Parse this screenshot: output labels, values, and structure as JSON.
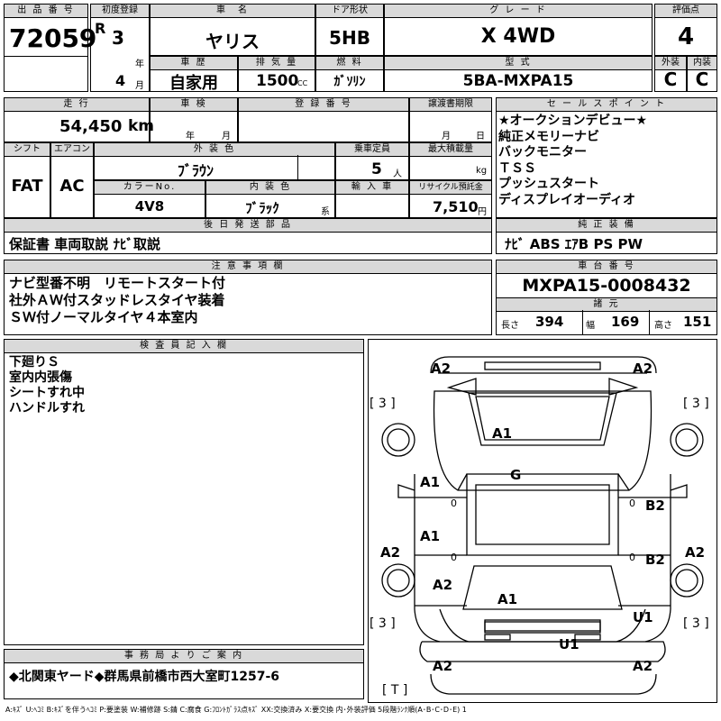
{
  "row1": {
    "h_lot": "出 品 番 号",
    "lot": "72059",
    "h_first_reg": "初度登録",
    "era": "R",
    "year_num": "3",
    "year_unit": "年",
    "month_num": "4",
    "month_unit": "月",
    "h_name": "車　名",
    "name": "ヤリス",
    "h_door": "ドア形状",
    "door": "5HB",
    "h_grade": "グ レ ー ド",
    "grade": "X  4WD",
    "h_score": "評価点",
    "score": "4",
    "h_history": "車 歴",
    "history": "自家用",
    "h_displacement": "排 気 量",
    "displacement": "1500",
    "cc": "CC",
    "h_fuel": "燃 料",
    "fuel": "ｶﾞｿﾘﾝ",
    "h_model": "型 式",
    "model": "5BA-MXPA15",
    "h_ext": "外装",
    "ext": "C",
    "h_int": "内装",
    "int": "C"
  },
  "row2": {
    "h_mileage": "走 行",
    "mileage": "54,450",
    "km": "km",
    "h_inspection": "車 検",
    "insp_year": "年",
    "insp_month": "月",
    "h_reg_no": "登 録 番 号",
    "h_transfer": "譲渡書期限",
    "tr_month": "月",
    "tr_day": "日",
    "h_shift": "シフト",
    "shift": "FAT",
    "h_ac": "エアコン",
    "ac": "AC",
    "h_ext_color": "外 装 色",
    "ext_color": "ﾌﾞﾗｳﾝ",
    "h_capacity": "乗車定員",
    "capacity": "5",
    "capacity_unit": "人",
    "h_load": "最大積載量",
    "load_unit": "kg",
    "h_color_no": "カラーNo.",
    "color_no": "4V8",
    "h_int_color": "内 装 色",
    "int_color": "ﾌﾞﾗｯｸ",
    "int_color_unit": "系",
    "h_import": "輸 入 車",
    "h_recycle": "リサイクル預託金",
    "recycle": "7,510",
    "recycle_unit": "円",
    "h_later": "後 日 発 送 部 品",
    "later": "保証書 車両取説 ﾅﾋﾞ取説"
  },
  "sales": {
    "h": "セ ー ル ス ポ イ ン ト",
    "lines": [
      "★オークションデビュー★",
      "純正メモリーナビ",
      "バックモニター",
      "ＴＳＳ",
      "プッシュスタート",
      "ディスプレイオーディオ"
    ]
  },
  "equip": {
    "h": "純 正 装 備",
    "value": "ﾅﾋﾞ ABS ｴｱB PS PW"
  },
  "notes": {
    "h": "注 意 事 項 欄",
    "lines": [
      "ナビ型番不明　リモートスタート付",
      "社外ＡＷ付スタッドレスタイヤ装着",
      "ＳＷ付ノーマルタイヤ４本室内"
    ]
  },
  "chassis": {
    "h": "車 台 番 号",
    "value": "MXPA15-0008432"
  },
  "dims": {
    "h": "諸 元",
    "l_label": "長さ",
    "l": "394",
    "w_label": "幅",
    "w": "169",
    "h_label": "高さ",
    "hgt": "151"
  },
  "inspector": {
    "h": "検 査 員 記 入 欄",
    "lines": [
      "下廻りＳ",
      "室内内張傷",
      "シートすれ中",
      "ハンドルすれ"
    ]
  },
  "diagram": {
    "marks": {
      "fl_corner": "A2",
      "fr_corner": "A2",
      "hood": "A1",
      "roof": "G",
      "l_front_door": "A1",
      "l_rear_door": "A1",
      "r_front_door": "B2",
      "r_rear_door": "B2",
      "l_front_fender": "A2",
      "r_front_fender": "A2",
      "l_rear_fender": "A2",
      "trunk": "A1",
      "r_rear_quarter": "U1",
      "rear_bumper": "U1",
      "rl_corner": "A2",
      "rr_corner": "A2"
    },
    "tire_fl": "[ 3 ]",
    "tire_fr": "[ 3 ]",
    "tire_rl": "[ 3 ]",
    "tire_rr": "[ 3 ]",
    "tire_t": "[ T ]",
    "zero": "0"
  },
  "office": {
    "h": "事 務 局 よ り ご 案 内",
    "value": "◆北関東ヤード◆群馬県前橋市西大室町1257-6"
  },
  "legend": "A:ｷｽﾞ U:ﾍｺﾐ B:ｷｽﾞを伴うﾍｺﾐ P:要塗装 W:補修跡 S:錆 C:腐食 G:ﾌﾛﾝﾄｶﾞﾗｽ点ｷｽﾞ XX:交換済み X:要交換 内･外装評価 5段階ﾗﾝｸ順(A･B･C･D･E) 1"
}
